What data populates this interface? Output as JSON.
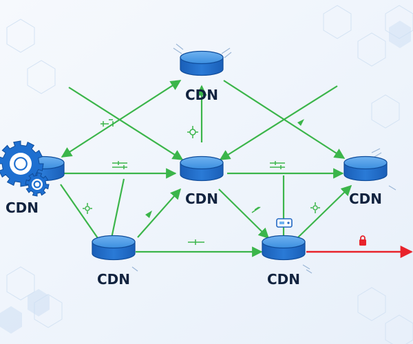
{
  "diagram": {
    "colors": {
      "link": "#3bb54a",
      "blocked_link": "#e8232b",
      "node_top": "#3c8fe0",
      "node_side": "#1f66c2",
      "node_rim": "#0f4c9a",
      "gear": "#1e6fd0",
      "label": "#12233f"
    },
    "nodes": [
      {
        "id": "top",
        "label": "CDN"
      },
      {
        "id": "left",
        "label": "CDN"
      },
      {
        "id": "center",
        "label": "CDN"
      },
      {
        "id": "right",
        "label": "CDN"
      },
      {
        "id": "bottom-left",
        "label": "CDN"
      },
      {
        "id": "bottom-right",
        "label": "CDN"
      }
    ],
    "icons": {
      "origin": "gear-icon",
      "blocked": "lock-icon",
      "relay": "router-icon",
      "link_markers": "signal-icon"
    }
  }
}
